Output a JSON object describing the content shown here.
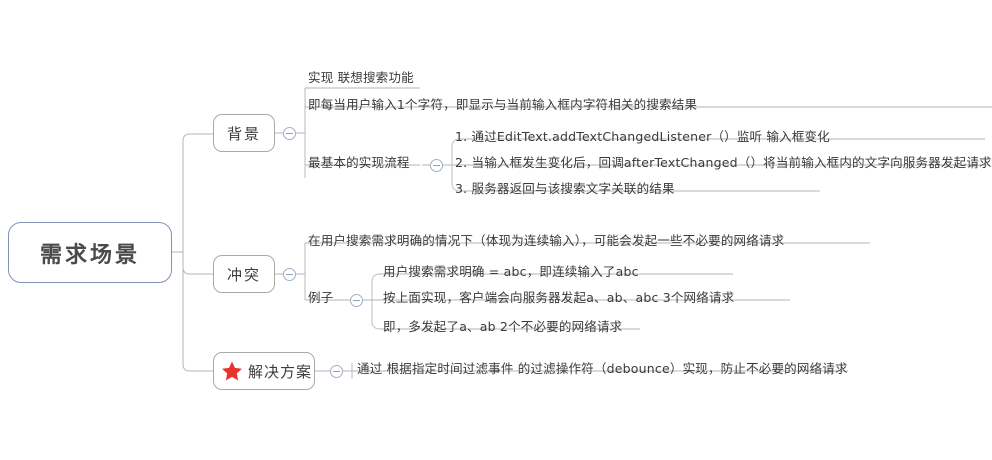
{
  "diagram": {
    "type": "mindmap",
    "root": {
      "label": "需求场景"
    },
    "branches": [
      {
        "id": "background",
        "label": "背景",
        "icon": null,
        "toggle": "collapse-minus",
        "children": [
          {
            "text": "实现 联想搜索功能"
          },
          {
            "text": "即每当用户输入1个字符，即显示与当前输入框内字符相关的搜索结果"
          },
          {
            "text": "最基本的实现流程",
            "toggle": "collapse-minus",
            "children": [
              {
                "text": "1. 通过EditText.addTextChangedListener（）监听 输入框变化"
              },
              {
                "text": "2. 当输入框发生变化后，回调afterTextChanged（）将当前输入框内的文字向服务器发起请求"
              },
              {
                "text": "3. 服务器返回与该搜索文字关联的结果"
              }
            ]
          }
        ]
      },
      {
        "id": "conflict",
        "label": "冲突",
        "icon": null,
        "toggle": "collapse-minus",
        "children": [
          {
            "text": "在用户搜索需求明确的情况下（体现为连续输入），可能会发起一些不必要的网络请求"
          },
          {
            "text": "例子",
            "toggle": "collapse-minus",
            "children": [
              {
                "text": "用户搜索需求明确 = abc，即连续输入了abc"
              },
              {
                "text": "按上面实现，客户端会向服务器发起a、ab、abc 3个网络请求"
              },
              {
                "text": "即，多发起了a、ab 2个不必要的网络请求"
              }
            ]
          }
        ]
      },
      {
        "id": "solution",
        "label": "解决方案",
        "icon": "red-star-icon",
        "toggle": "collapse-minus",
        "children": [
          {
            "text": "通过 根据指定时间过滤事件 的过滤操作符（debounce）实现，防止不必要的网络请求"
          }
        ]
      }
    ]
  },
  "colors": {
    "root_border": "#8392b4",
    "branch_border": "#a9a9a9",
    "wire": "#b0b0b0",
    "text": "#3a3a3a",
    "star": "#e8342a",
    "toggle_border": "#9fb0c9",
    "background": "#ffffff"
  }
}
